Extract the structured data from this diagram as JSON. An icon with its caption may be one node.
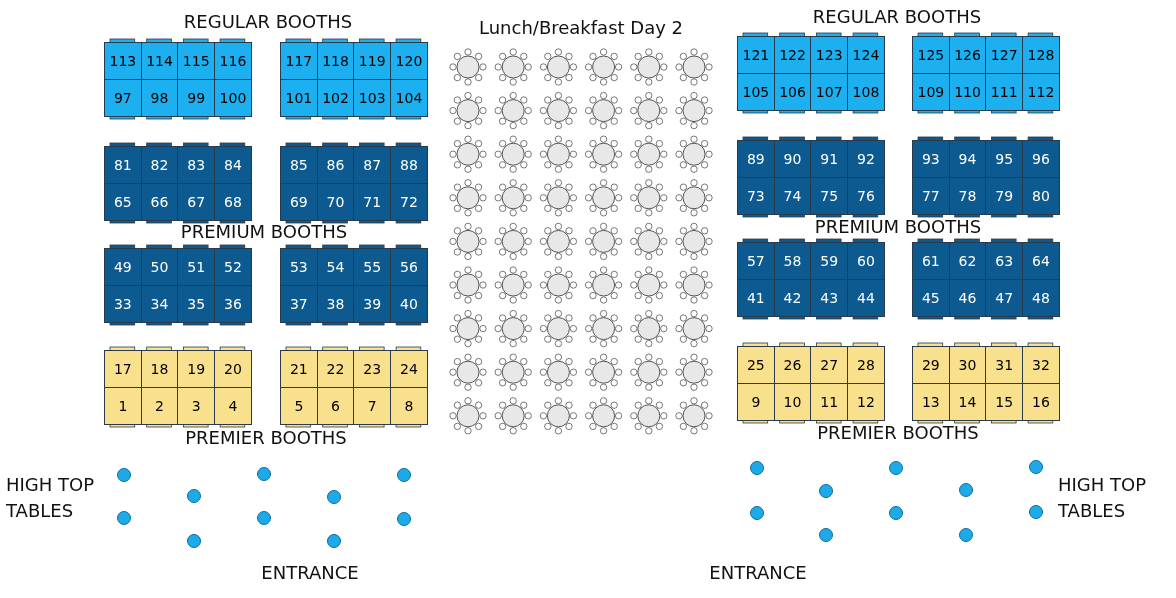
{
  "diagram": {
    "nodes": [
      {
        "text": [
          "113"
        ]
      },
      {
        "text": [
          "114"
        ]
      },
      {
        "text": [
          "115"
        ]
      },
      {
        "text": [
          "116"
        ]
      },
      {
        "text": [
          "97"
        ]
      },
      {
        "text": [
          "98"
        ]
      },
      {
        "text": [
          "99"
        ]
      },
      {
        "text": [
          "100"
        ]
      },
      {
        "text": [
          "117"
        ]
      },
      {
        "text": [
          "118"
        ]
      },
      {
        "text": [
          "119"
        ]
      },
      {
        "text": [
          "120"
        ]
      },
      {
        "text": [
          "101"
        ]
      },
      {
        "text": [
          "102"
        ]
      },
      {
        "text": [
          "103"
        ]
      },
      {
        "text": [
          "104"
        ]
      },
      {
        "text": [
          "121"
        ]
      },
      {
        "text": [
          "122"
        ]
      },
      {
        "text": [
          "123"
        ]
      },
      {
        "text": [
          "124"
        ]
      },
      {
        "text": [
          "105"
        ]
      },
      {
        "text": [
          "106"
        ]
      },
      {
        "text": [
          "107"
        ]
      },
      {
        "text": [
          "108"
        ]
      },
      {
        "text": [
          "125"
        ]
      },
      {
        "text": [
          "126"
        ]
      },
      {
        "text": [
          "127"
        ]
      },
      {
        "text": [
          "128"
        ]
      },
      {
        "text": [
          "109"
        ]
      },
      {
        "text": [
          "110"
        ]
      },
      {
        "text": [
          "111"
        ]
      },
      {
        "text": [
          "112"
        ]
      },
      {
        "text": [
          "81"
        ]
      },
      {
        "text": [
          "82"
        ]
      },
      {
        "text": [
          "83"
        ]
      },
      {
        "text": [
          "84"
        ]
      },
      {
        "text": [
          "65"
        ]
      },
      {
        "text": [
          "66"
        ]
      },
      {
        "text": [
          "67"
        ]
      },
      {
        "text": [
          "68"
        ]
      },
      {
        "text": [
          "85"
        ]
      },
      {
        "text": [
          "86"
        ]
      },
      {
        "text": [
          "87"
        ]
      },
      {
        "text": [
          "88"
        ]
      },
      {
        "text": [
          "69"
        ]
      },
      {
        "text": [
          "70"
        ]
      },
      {
        "text": [
          "71"
        ]
      },
      {
        "text": [
          "72"
        ]
      },
      {
        "text": [
          "89"
        ]
      },
      {
        "text": [
          "90"
        ]
      },
      {
        "text": [
          "91"
        ]
      },
      {
        "text": [
          "92"
        ]
      },
      {
        "text": [
          "73"
        ]
      },
      {
        "text": [
          "74"
        ]
      },
      {
        "text": [
          "75"
        ]
      },
      {
        "text": [
          "76"
        ]
      },
      {
        "text": [
          "93"
        ]
      },
      {
        "text": [
          "94"
        ]
      },
      {
        "text": [
          "95"
        ]
      },
      {
        "text": [
          "96"
        ]
      },
      {
        "text": [
          "77"
        ]
      },
      {
        "text": [
          "78"
        ]
      },
      {
        "text": [
          "79"
        ]
      },
      {
        "text": [
          "80"
        ]
      },
      {
        "text": [
          "49"
        ]
      },
      {
        "text": [
          "50"
        ]
      },
      {
        "text": [
          "51"
        ]
      },
      {
        "text": [
          "52"
        ]
      },
      {
        "text": [
          "33"
        ]
      },
      {
        "text": [
          "34"
        ]
      },
      {
        "text": [
          "35"
        ]
      },
      {
        "text": [
          "36"
        ]
      },
      {
        "text": [
          "53"
        ]
      },
      {
        "text": [
          "54"
        ]
      },
      {
        "text": [
          "55"
        ]
      },
      {
        "text": [
          "56"
        ]
      },
      {
        "text": [
          "37"
        ]
      },
      {
        "text": [
          "38"
        ]
      },
      {
        "text": [
          "39"
        ]
      },
      {
        "text": [
          "40"
        ]
      },
      {
        "text": [
          "57"
        ]
      },
      {
        "text": [
          "58"
        ]
      },
      {
        "text": [
          "59"
        ]
      },
      {
        "text": [
          "60"
        ]
      },
      {
        "text": [
          "41"
        ]
      },
      {
        "text": [
          "42"
        ]
      },
      {
        "text": [
          "43"
        ]
      },
      {
        "text": [
          "44"
        ]
      },
      {
        "text": [
          "61"
        ]
      },
      {
        "text": [
          "62"
        ]
      },
      {
        "text": [
          "63"
        ]
      },
      {
        "text": [
          "64"
        ]
      },
      {
        "text": [
          "45"
        ]
      },
      {
        "text": [
          "46"
        ]
      },
      {
        "text": [
          "47"
        ]
      },
      {
        "text": [
          "48"
        ]
      },
      {
        "text": [
          "17"
        ]
      },
      {
        "text": [
          "18"
        ]
      },
      {
        "text": [
          "19"
        ]
      },
      {
        "text": [
          "20"
        ]
      },
      {
        "text": [
          "1"
        ]
      },
      {
        "text": [
          "2"
        ]
      },
      {
        "text": [
          "3"
        ]
      },
      {
        "text": [
          "4"
        ]
      },
      {
        "text": [
          "21"
        ]
      },
      {
        "text": [
          "22"
        ]
      },
      {
        "text": [
          "23"
        ]
      },
      {
        "text": [
          "24"
        ]
      },
      {
        "text": [
          "5"
        ]
      },
      {
        "text": [
          "6"
        ]
      },
      {
        "text": [
          "7"
        ]
      },
      {
        "text": [
          "8"
        ]
      },
      {
        "text": [
          "25"
        ]
      },
      {
        "text": [
          "26"
        ]
      },
      {
        "text": [
          "27"
        ]
      },
      {
        "text": [
          "28"
        ]
      },
      {
        "text": [
          "9"
        ]
      },
      {
        "text": [
          "10"
        ]
      },
      {
        "text": [
          "11"
        ]
      },
      {
        "text": [
          "12"
        ]
      },
      {
        "text": [
          "29"
        ]
      },
      {
        "text": [
          "30"
        ]
      },
      {
        "text": [
          "31"
        ]
      },
      {
        "text": [
          "32"
        ]
      },
      {
        "text": [
          "13"
        ]
      },
      {
        "text": [
          "14"
        ]
      },
      {
        "text": [
          "15"
        ]
      },
      {
        "text": [
          "16"
        ]
      }
    ],
    "labels": [
      "REGULAR BOOTHS",
      "Lunch/Breakfast Day 2",
      "REGULAR BOOTHS",
      "PREMIUM BOOTHS",
      "PREMIUM BOOTHS",
      "PREMIER BOOTHS",
      "PREMIER BOOTHS",
      "HIGH TOP TABLES",
      "HIGH TOP TABLES",
      "ENTRANCE",
      "ENTRANCE"
    ]
  }
}
